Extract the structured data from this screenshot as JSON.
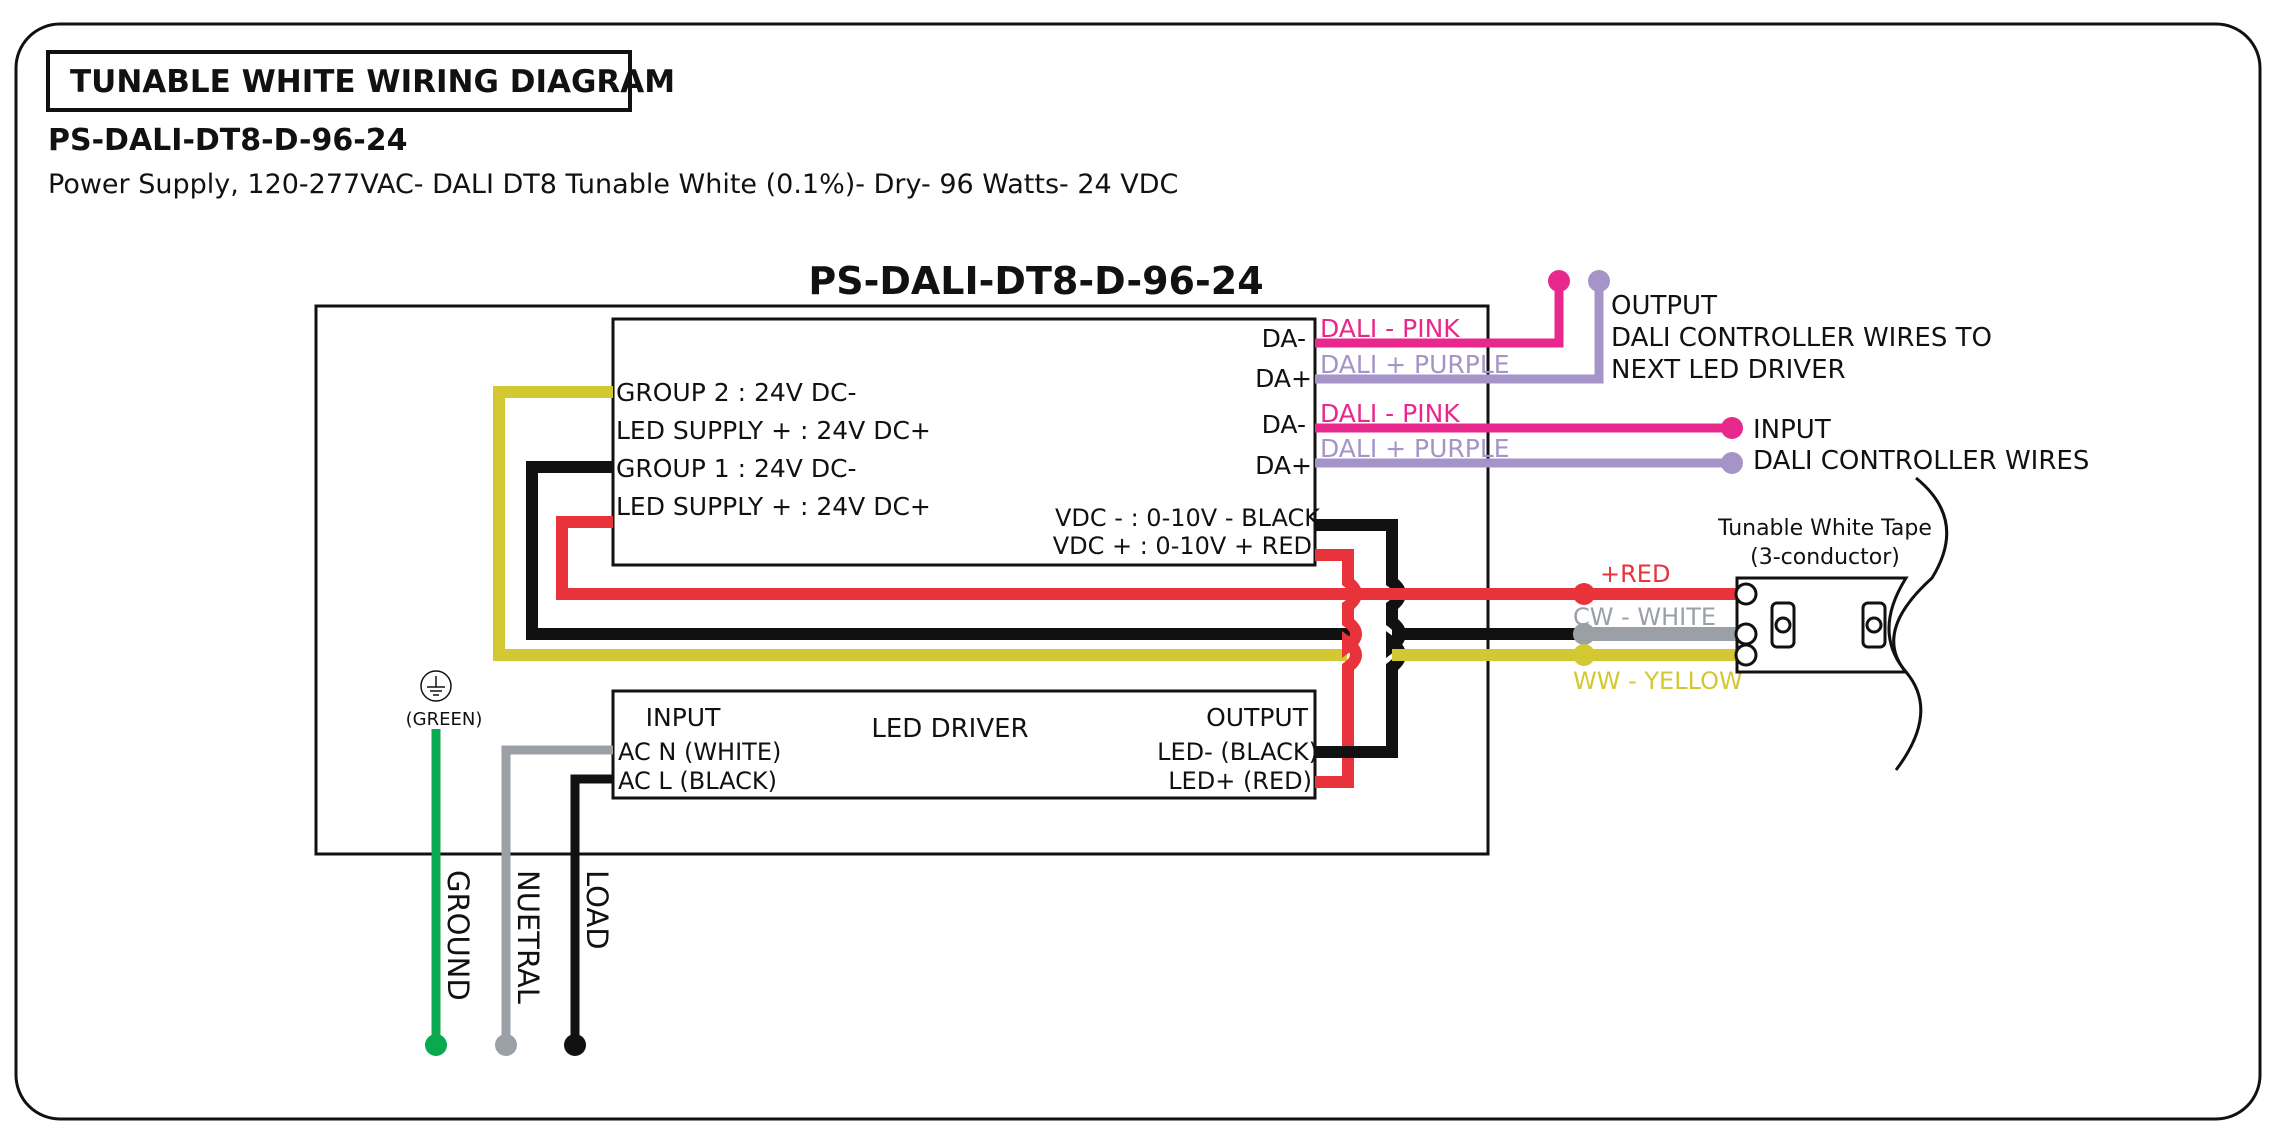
{
  "header": {
    "title": "TUNABLE WHITE WIRING DIAGRAM",
    "model": "PS-DALI-DT8-D-96-24",
    "description": "Power Supply, 120-277VAC- DALI DT8 Tunable White (0.1%)- Dry- 96 Watts- 24 VDC"
  },
  "unit": {
    "title": "PS-DALI-DT8-D-96-24"
  },
  "dali_module": {
    "da_minus_1": "DA-",
    "da_plus_1": "DA+",
    "da_minus_2": "DA-",
    "da_plus_2": "DA+",
    "group2": "GROUP 2 : 24V DC-",
    "led_supply_1": "LED SUPPLY + : 24V DC+",
    "group1": "GROUP 1 : 24V DC-",
    "led_supply_2": "LED SUPPLY + : 24V DC+",
    "vdc_minus": "VDC - : 0-10V - BLACK",
    "vdc_plus": "VDC + : 0-10V + RED"
  },
  "led_driver": {
    "input": "INPUT",
    "label": "LED DRIVER",
    "output": "OUTPUT",
    "ac_n": "AC N (WHITE)",
    "ac_l": "AC L (BLACK)",
    "led_minus": "LED- (BLACK)",
    "led_plus": "LED+ (RED)"
  },
  "wire_labels": {
    "dali_pink_1": "DALI - PINK",
    "dali_purple_1": "DALI + PURPLE",
    "dali_pink_2": "DALI - PINK",
    "dali_purple_2": "DALI + PURPLE",
    "plus_red": "+RED",
    "cw_white": "CW - WHITE",
    "ww_yellow": "WW - YELLOW"
  },
  "annotations": {
    "output_1": "OUTPUT",
    "output_2": "DALI CONTROLLER WIRES TO",
    "output_3": "NEXT LED DRIVER",
    "input_1": "INPUT",
    "input_2": "DALI CONTROLLER WIRES",
    "tape_1": "Tunable White Tape",
    "tape_2": "(3-conductor)",
    "green": "(GREEN)",
    "ground": "GROUND",
    "neutral": "NUETRAL",
    "load": "LOAD"
  },
  "colors": {
    "pink": "#e8288c",
    "purple": "#a594c8",
    "yellow": "#d4c832",
    "red": "#e8333a",
    "black": "#111111",
    "gray": "#9aa0a6",
    "green": "#0aa84f"
  }
}
